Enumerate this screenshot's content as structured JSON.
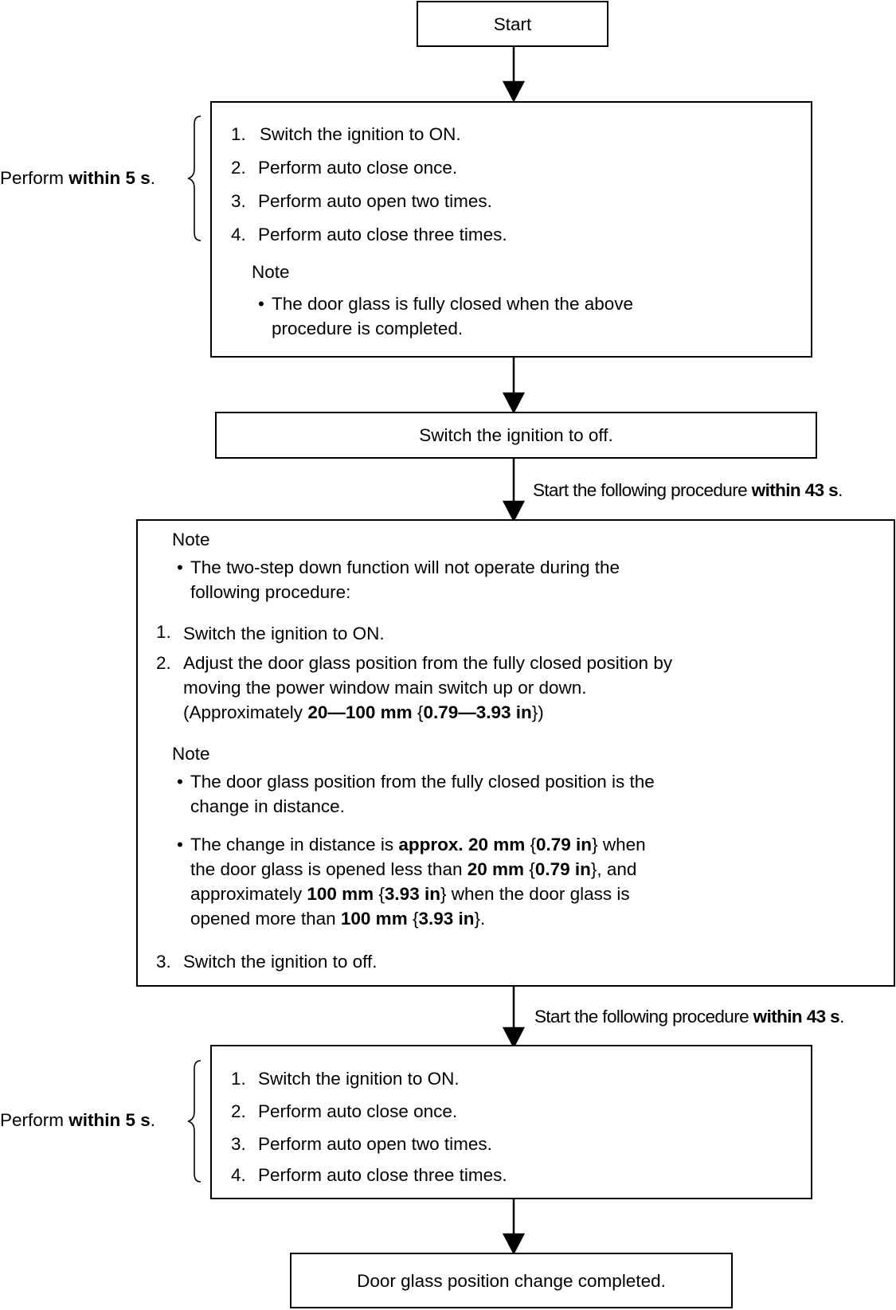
{
  "start": "Start",
  "box1": {
    "steps": [
      {
        "num": "1.",
        "text": "Switch the ignition to ON."
      },
      {
        "num": "2.",
        "text": "Perform auto close once."
      },
      {
        "num": "3.",
        "text": "Perform auto open two times."
      },
      {
        "num": "4.",
        "text": "Perform auto close three times."
      }
    ],
    "note_label": "Note",
    "note_lines": [
      "The door glass is fully closed when the above",
      "procedure is completed."
    ]
  },
  "side_label": {
    "pre": "Perform ",
    "bold": "within 5 s",
    "post": "."
  },
  "off_box": "Switch the ignition to off.",
  "start_following": {
    "pre": "Start the following procedure ",
    "bold": "within 43 s",
    "post": "."
  },
  "box2": {
    "note1_label": "Note",
    "note1_lines": [
      "The two-step down function will not operate during the",
      "following procedure:"
    ],
    "step1": {
      "num": "1.",
      "text": "Switch the ignition to ON."
    },
    "step2": {
      "num": "2.",
      "line1": "Adjust the door glass position from the fully closed position by",
      "line2": "moving the power window main switch up or down.",
      "line3_pre": "(Approximately ",
      "line3_bold1": "20—100 mm",
      "line3_mid": " {",
      "line3_bold2": "0.79—3.93 in",
      "line3_post": "})"
    },
    "note2_label": "Note",
    "note2_bullet1": [
      "The door glass position from the fully closed position is the",
      "change in distance."
    ],
    "note2_bullet2": {
      "l1_pre": "The change in distance is ",
      "l1_b1": "approx. 20 mm",
      "l1_m1": " {",
      "l1_b2": "0.79 in",
      "l1_post": "} when",
      "l2_pre": "the door glass is opened less than ",
      "l2_b1": "20 mm",
      "l2_m1": " {",
      "l2_b2": "0.79 in",
      "l2_post": "}, and",
      "l3_pre": "approximately ",
      "l3_b1": "100 mm",
      "l3_m1": " {",
      "l3_b2": "3.93 in",
      "l3_post": "} when the door glass is",
      "l4_pre": "opened more than ",
      "l4_b1": "100 mm",
      "l4_m1": " {",
      "l4_b2": "3.93 in",
      "l4_post": "}."
    },
    "step3": {
      "num": "3.",
      "text": "Switch the ignition to off."
    }
  },
  "box3": {
    "steps": [
      {
        "num": "1.",
        "text": "Switch the ignition to ON."
      },
      {
        "num": "2.",
        "text": "Perform auto close once."
      },
      {
        "num": "3.",
        "text": "Perform auto open two times."
      },
      {
        "num": "4.",
        "text": "Perform auto close three times."
      }
    ]
  },
  "end": "Door glass position change completed.",
  "bullet_char": "•"
}
